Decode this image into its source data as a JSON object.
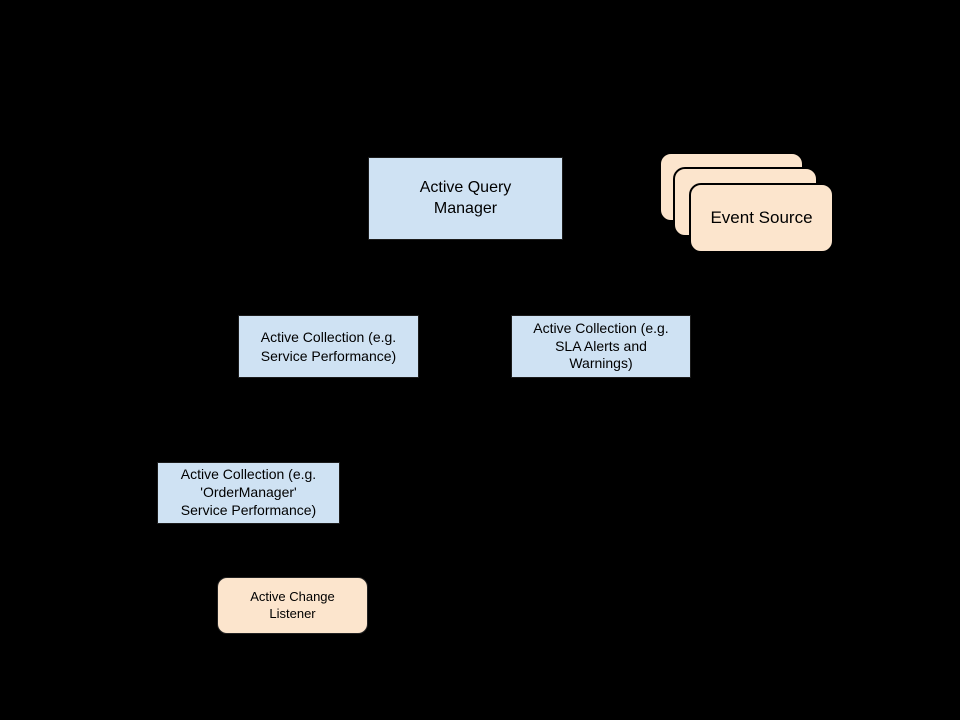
{
  "diagram": {
    "background_color": "#000000",
    "colors": {
      "blue_node_fill": "#cfe2f3",
      "peach_node_fill": "#fce5cd",
      "node_border": "#000000",
      "text": "#000000"
    },
    "nodes": [
      {
        "id": "active-query-manager",
        "shape": "rectangle",
        "fill": "#cfe2f3",
        "label": "Active Query\nManager"
      },
      {
        "id": "event-source",
        "shape": "stacked-rounded-rectangles",
        "stack_count": 3,
        "fill": "#fce5cd",
        "label": "Event Source"
      },
      {
        "id": "active-collection-service-performance",
        "shape": "rectangle",
        "fill": "#cfe2f3",
        "label": "Active Collection (e.g.\nService Performance)"
      },
      {
        "id": "active-collection-sla-alerts",
        "shape": "rectangle",
        "fill": "#cfe2f3",
        "label": "Active Collection (e.g.\nSLA Alerts and\nWarnings)"
      },
      {
        "id": "active-collection-ordermanager",
        "shape": "rectangle",
        "fill": "#cfe2f3",
        "label": "Active Collection (e.g.\n'OrderManager'\nService Performance)"
      },
      {
        "id": "active-change-listener",
        "shape": "rounded-rectangle",
        "fill": "#fce5cd",
        "label": "Active Change\nListener"
      }
    ]
  }
}
